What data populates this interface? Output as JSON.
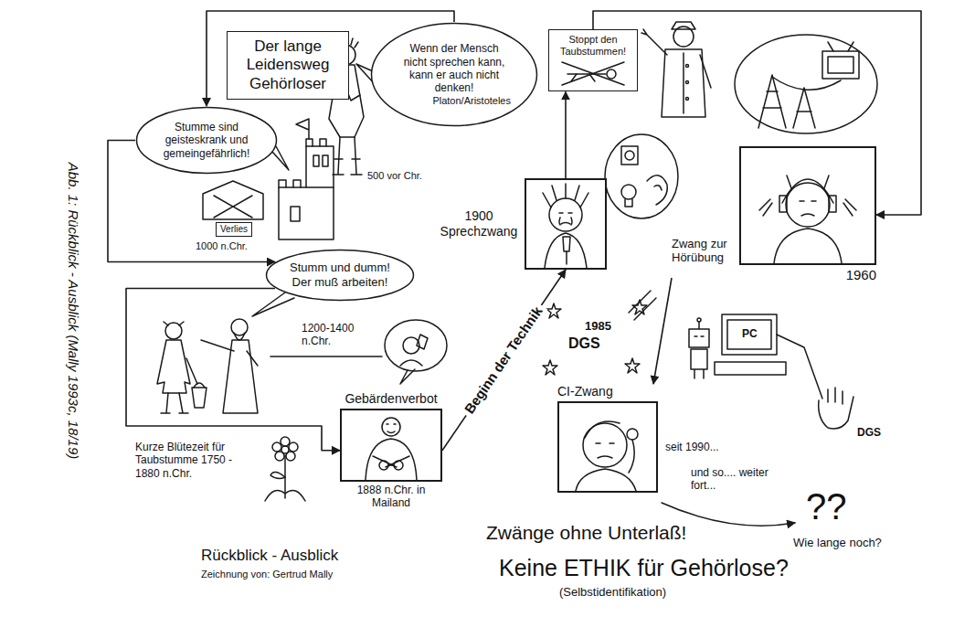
{
  "diagram": {
    "caption": "Abb. 1: Rückblick - Ausblick (Mally 1993c, 18/19)",
    "nodes": [
      {
        "text": [
          "Der lange Leidensweg Gehörloser"
        ]
      },
      {
        "text": [
          "Wenn der Mensch nicht sprechen kann, kann er auch nicht denken!",
          "Platon/Aristoteles"
        ]
      },
      {
        "text": [
          "Stumme sind geisteskrank und gemeingefährlich!"
        ]
      },
      {
        "text": [
          "Verlies"
        ]
      },
      {
        "text": [
          "Stumm und dumm! Der muß arbeiten!"
        ]
      },
      {
        "text": [
          "Gebärdenverbot",
          "1888 n.Chr. in Mailand"
        ]
      },
      {
        "text": [
          "1900 Sprechzwang"
        ]
      },
      {
        "text": [
          "Stoppt den Taubstummen!"
        ]
      },
      {
        "text": [
          "Zwang zur Hörübung",
          "1960"
        ]
      },
      {
        "text": [
          "CI-Zwang",
          "seit 1990..."
        ]
      }
    ],
    "edges": [
      {
        "from": 1,
        "to": 2,
        "arrow": "to"
      },
      {
        "from": 2,
        "to": 4,
        "arrow": "to"
      },
      {
        "from": 4,
        "to": 5,
        "arrow": "to"
      },
      {
        "from": 5,
        "to": 6,
        "label": "Beginn der Technik",
        "arrow": "to"
      },
      {
        "from": 6,
        "to": 7,
        "arrow": "to"
      },
      {
        "from": 7,
        "to": 8,
        "arrow": "to"
      },
      {
        "from": 8,
        "to": 9,
        "arrow": "to"
      }
    ],
    "labels": [
      "500 vor Chr.",
      "1000 n.Chr.",
      "1200-1400 n.Chr.",
      "Kurze Blütezeit für Taubstumme 1750 - 1880 n.Chr.",
      "1985",
      "DGS",
      "PC",
      "DGS",
      "und so.... weiter fort...",
      "??",
      "Wie lange noch?",
      "Zwänge ohne Unterlaß!",
      "Keine ETHIK für Gehörlose?",
      "(Selbstidentifikation)",
      "Rückblick - Ausblick",
      "Zeichnung von: Gertrud Mally"
    ]
  }
}
